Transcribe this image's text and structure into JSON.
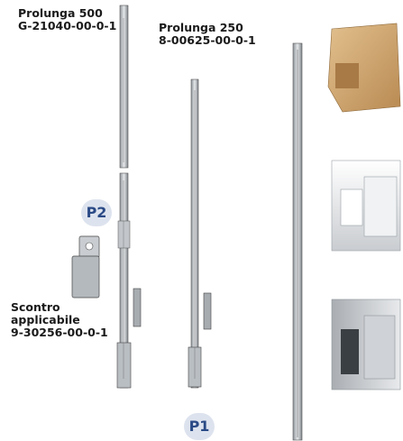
{
  "products": {
    "prolunga_500": {
      "title": "Prolunga 500",
      "code": "G-21040-00-0-1"
    },
    "prolunga_250": {
      "title": "Prolunga 250",
      "code": "8-00625-00-0-1"
    },
    "scontro": {
      "line1": "Scontro",
      "line2": "applicabile",
      "code": "9-30256-00-0-1"
    }
  },
  "badges": {
    "p2": "P2",
    "p1": "P1"
  },
  "colors": {
    "badge_bg": "#dde3ee",
    "badge_text": "#2a4a86",
    "metal": "#9aa0a6",
    "wood": "#c8a06a"
  }
}
